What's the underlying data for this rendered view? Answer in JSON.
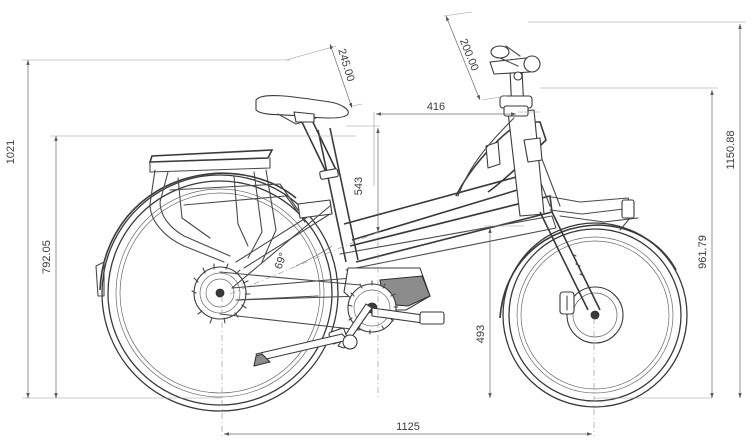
{
  "dimensions": {
    "overall_height": "1021",
    "seat_height": "792.05",
    "saddle_adjust": "245.00",
    "stem_adjust": "200.00",
    "reach": "416",
    "seat_tube": "543",
    "seat_angle": "69°",
    "bottom_bracket_to_bar": "493",
    "wheelbase": "1125",
    "handlebar_max_height": "1150.88",
    "handlebar_min_height": "961.79"
  }
}
